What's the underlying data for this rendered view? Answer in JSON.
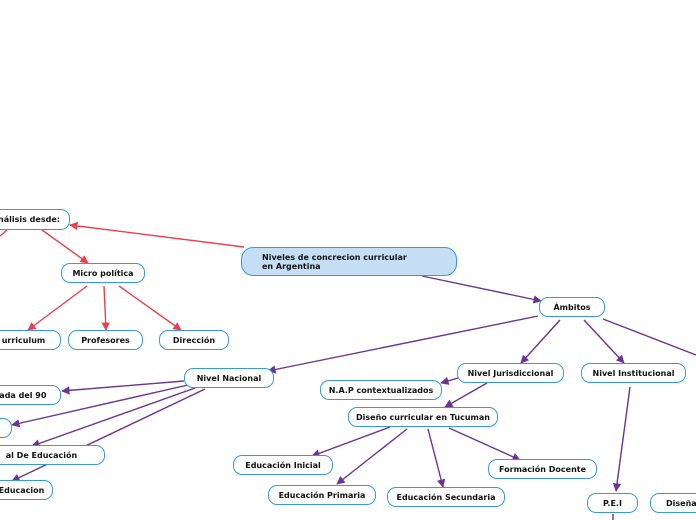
{
  "colors": {
    "red_link": "#e8404f",
    "purple_link": "#6a3592",
    "node_border": "#3a9ad9",
    "main_fill": "#c5def3"
  },
  "nodes": {
    "main": "Niveles de concrecion curricular en Argentina",
    "analisis": "nálisis desde:",
    "micro": "Micro política",
    "curriculum": "urriculum",
    "profesores": "Profesores",
    "direccion": "Dirección",
    "ambitos": "Ámbitos",
    "nacional": "Nivel Nacional",
    "decada": "cada del 90",
    "blank": "",
    "ley": "al De Educación",
    "educacion": "Educacion",
    "jurisdiccional": "Nivel Jurisdiccional",
    "institucional": "Nivel Institucional",
    "nap": "N.A.P contextualizados",
    "diseno_tucuman": "Diseño curricular en Tucuman",
    "inicial": "Educación Inicial",
    "primaria": "Educación Primaria",
    "secundaria": "Educación Secundaria",
    "docente": "Formación Docente",
    "pei": "P.E.I",
    "disenar": "Diseñar"
  }
}
